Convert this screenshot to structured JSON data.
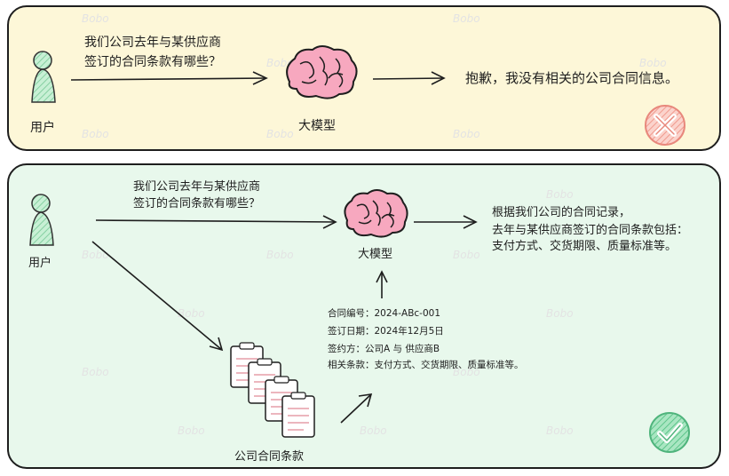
{
  "watermark": "Bobo",
  "top": {
    "user_label": "用户",
    "question_line1": "我们公司去年与某供应商",
    "question_line2": "签订的合同条款有哪些？",
    "model_label": "大模型",
    "answer": "抱歉，我没有相关的公司合同信息。",
    "status_icon": "close-icon"
  },
  "bottom": {
    "user_label": "用户",
    "question_line1": "我们公司去年与某供应商",
    "question_line2": "签订的合同条款有哪些？",
    "model_label": "大模型",
    "answer_line1": "根据我们公司的合同记录，",
    "answer_line2": "去年与某供应商签订的合同条款包括：",
    "answer_line3": "支付方式、交货期限、质量标准等。",
    "docs_label": "公司合同条款",
    "contract_no": "合同编号：2024-ABc-001",
    "sign_date": "签订日期：2024年12月5日",
    "parties": "签约方：公司A 与 供应商B",
    "terms": "相关条款：支付方式、交货期限、质量标准等。",
    "status_icon": "check-icon"
  },
  "colors": {
    "top_bg": "#fdf7d8",
    "bottom_bg": "#e8f8ec",
    "user_fill": "#b2e6c4",
    "brain_fill": "#f7a8bf",
    "reject": "#f5a9a1",
    "accept": "#7fd6a5"
  }
}
